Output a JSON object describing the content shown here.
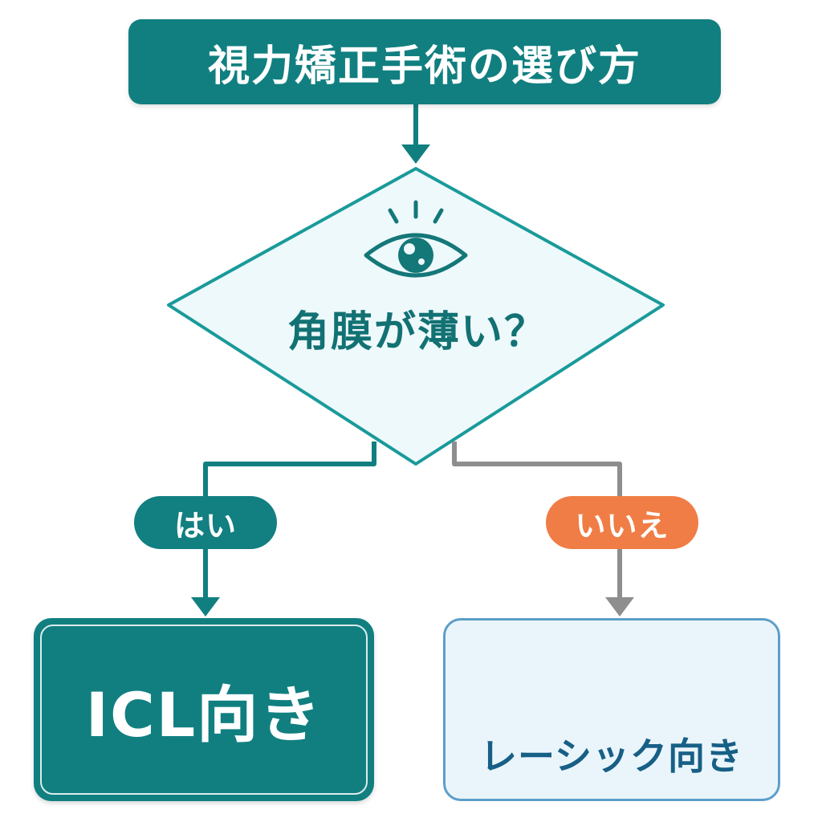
{
  "title": "視力矯正手術の選び方",
  "decision": {
    "question": "角膜が薄い？",
    "icon": "eye-icon"
  },
  "branches": {
    "yes_label": "はい",
    "no_label": "いいえ"
  },
  "results": {
    "icl": "ICL向き",
    "lasik": "レーシック向き",
    "lasik_icon": "cornea-laser-icon"
  },
  "colors": {
    "teal": "#117f80",
    "teal_dark": "#127173",
    "diamond_fill": "#eef9fb",
    "orange": "#f07d45",
    "gray": "#8e8e8e",
    "blue_border": "#5d9ec9",
    "blue_text": "#175f86"
  }
}
